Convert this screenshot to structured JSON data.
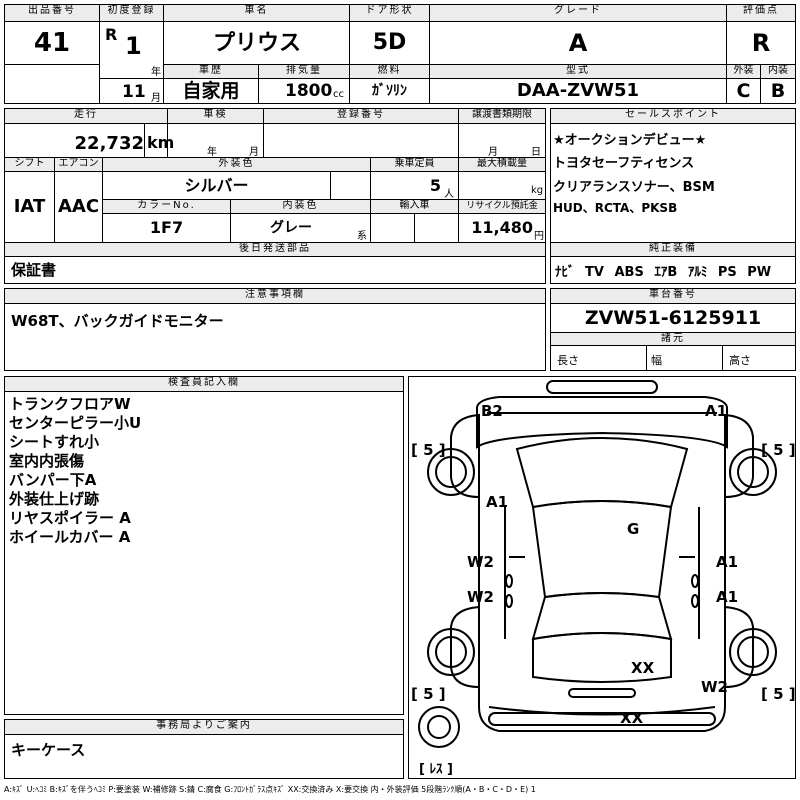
{
  "header": {
    "lot_label": "出品番号",
    "lot": "41",
    "first_reg_label": "初度登録",
    "era": "R",
    "year": "1",
    "year_unit": "年",
    "month": "11",
    "month_unit": "月",
    "car_name_label": "車名",
    "car_name": "プリウス",
    "history_label": "車歴",
    "history": "自家用",
    "displacement_label": "排気量",
    "displacement": "1800",
    "displacement_unit": "cc",
    "door_label": "ドア形状",
    "door": "5D",
    "fuel_label": "燃料",
    "fuel": "ｶﾞｿﾘﾝ",
    "grade_label": "グレード",
    "grade": "A",
    "model_label": "型式",
    "model": "DAA-ZVW51",
    "score_label": "評価点",
    "score": "R",
    "ext_label": "外装",
    "ext": "C",
    "int_label": "内装",
    "int": "B"
  },
  "row2": {
    "mileage_label": "走行",
    "mileage": "22,732",
    "mileage_unit": "km",
    "inspection_label": "車検",
    "insp_year": "年",
    "insp_month": "月",
    "reg_no_label": "登録番号",
    "deadline_label": "譲渡書類期限",
    "dl_month": "月",
    "dl_day": "日",
    "shift_label": "シフト",
    "shift": "IAT",
    "ac_label": "エアコン",
    "ac": "AAC",
    "exterior_color_label": "外装色",
    "exterior_color": "シルバー",
    "capacity_label": "乗車定員",
    "capacity": "5",
    "capacity_unit": "人",
    "max_load_label": "最大積載量",
    "max_load_unit": "kg",
    "color_no_label": "カラーNo.",
    "color_no": "1F7",
    "interior_color_label": "内装色",
    "interior_color": "グレー",
    "interior_unit": "系",
    "import_label": "輸入車",
    "recycle_label": "リサイクル預託金",
    "recycle": "11,480",
    "recycle_unit": "円"
  },
  "sales": {
    "label": "セールスポイント",
    "lines": [
      "★オークションデビュー★",
      "トヨタセーフティセンス",
      "クリアランスソナー、BSM",
      "HUD、RCTA、PKSB"
    ]
  },
  "after_parts": {
    "label": "後日発送部品",
    "value": "保証書"
  },
  "equipment": {
    "label": "純正装備",
    "items": [
      "ﾅﾋﾞ",
      "TV",
      "ABS",
      "ｴｱB",
      "ｱﾙﾐ",
      "PS",
      "PW"
    ]
  },
  "notes": {
    "label": "注意事項欄",
    "value": "W68T、バックガイドモニター"
  },
  "chassis": {
    "label": "車台番号",
    "value": "ZVW51-6125911",
    "spec_label": "諸元",
    "length": "長さ",
    "width": "幅",
    "height": "高さ"
  },
  "inspector": {
    "label": "検査員記入欄",
    "lines": [
      "トランクフロアW",
      "センターピラー小U",
      "シートすれ小",
      "室内内張傷",
      "バンパー下A",
      "外装仕上げ跡",
      "リヤスポイラー A",
      "ホイールカバー A"
    ]
  },
  "office": {
    "label": "事務局よりご案内",
    "value": "キーケース"
  },
  "diagram": {
    "tire_tl": "[ 5 ]",
    "tire_tr": "[ 5 ]",
    "tire_bl": "[ 5 ]",
    "tire_br": "[ 5 ]",
    "spare": "[ ﾚｽ ]",
    "marks": {
      "b2": "B2",
      "a1_top": "A1",
      "a1_left": "A1",
      "g": "G",
      "w2_upper": "W2",
      "w2_lower": "W2",
      "a1_right_upper": "A1",
      "a1_right_lower": "A1",
      "xx_rear": "XX",
      "w2_rear": "W2",
      "xx_bottom": "XX"
    }
  },
  "legend": "A:ｷｽﾞ U:ﾍｺﾐ B:ｷｽﾞを伴うﾍｺﾐ P:要塗装 W:補修跡 S:錆 C:腐食 G:ﾌﾛﾝﾄｶﾞﾗｽ点ｷｽﾞ XX:交換済み X:要交換 内・外装評価 5段階ﾗﾝｸ順(A・B・C・D・E) 1"
}
